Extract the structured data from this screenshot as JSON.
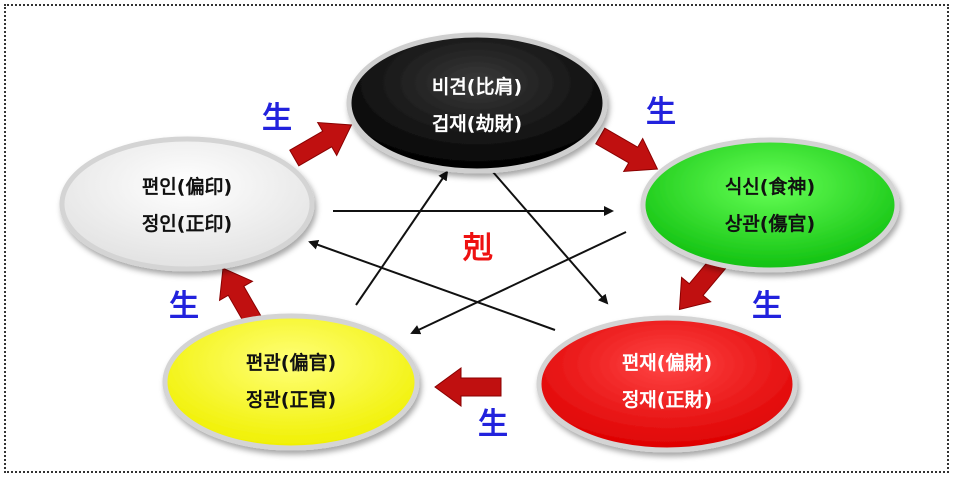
{
  "nodes": {
    "top": {
      "line1": "비견(比肩)",
      "line2": "겁재(劫財)",
      "fill": "#000000",
      "text_color": "#ffffff"
    },
    "right": {
      "line1": "식신(食神)",
      "line2": "상관(傷官)",
      "fill": "#22dd22",
      "text_color": "#111111"
    },
    "bottom_right": {
      "line1": "편재(偏財)",
      "line2": "정재(正財)",
      "fill": "#ee1111",
      "text_color": "#ffffff"
    },
    "bottom_left": {
      "line1": "편관(偏官)",
      "line2": "정관(正官)",
      "fill": "#ffff00",
      "text_color": "#111111"
    },
    "left": {
      "line1": "편인(偏印)",
      "line2": "정인(正印)",
      "fill": "#f2f2f2",
      "text_color": "#111111"
    }
  },
  "generation_label": "生",
  "control_label": "剋",
  "colors": {
    "generation_arrow": "#c01010",
    "generation_label": "#2222dd",
    "control_label": "#ee1111",
    "control_arrow": "#111111"
  }
}
